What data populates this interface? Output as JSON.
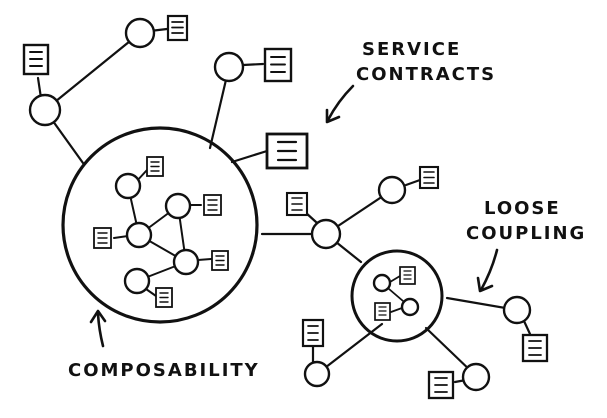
{
  "labels": {
    "service_contracts_line1": "SERVICE",
    "service_contracts_line2": "CONTRACTS",
    "loose_coupling_line1": "LOOSE",
    "loose_coupling_line2": "COUPLING",
    "composability": "COMPOSABILITY"
  },
  "colors": {
    "ink": "#111111",
    "paper": "#ffffff"
  }
}
